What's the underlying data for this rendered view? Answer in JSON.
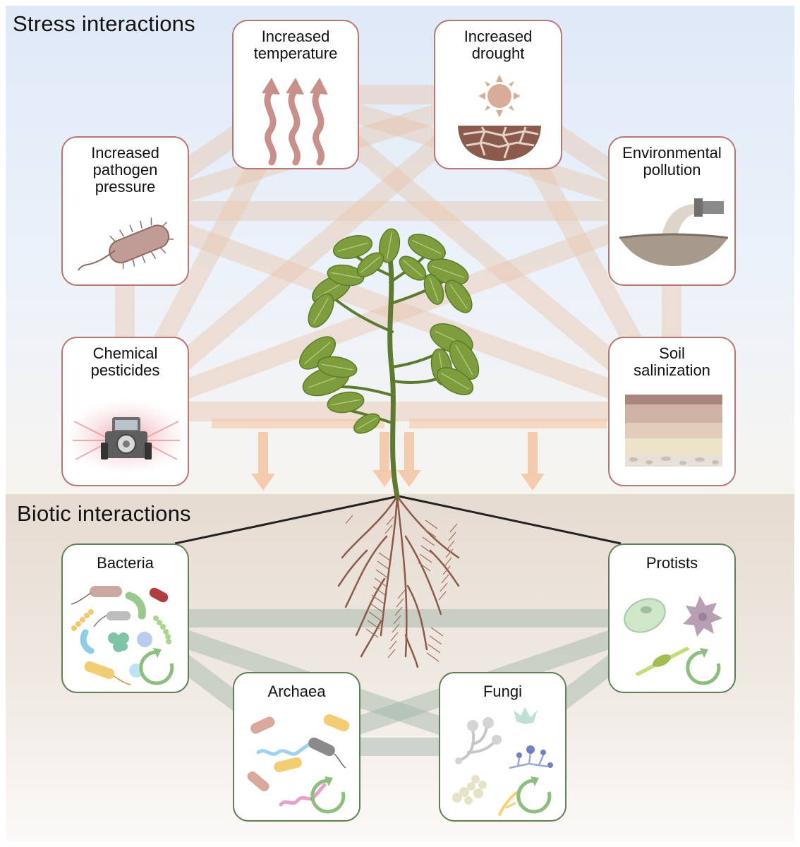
{
  "sections": {
    "stress_title": "Stress interactions",
    "biotic_title": "Biotic interactions"
  },
  "stress_factors": [
    {
      "id": "temperature",
      "label": "Increased\ntemperature",
      "icon": "heat-waves-icon"
    },
    {
      "id": "drought",
      "label": "Increased\ndrought",
      "icon": "sun-cracked-soil-icon"
    },
    {
      "id": "pathogen",
      "label": "Increased\npathogen\npressure",
      "icon": "bacterium-icon"
    },
    {
      "id": "pollution",
      "label": "Environmental\npollution",
      "icon": "pipe-discharge-icon"
    },
    {
      "id": "pesticides",
      "label": "Chemical\npesticides",
      "icon": "tractor-spraying-icon"
    },
    {
      "id": "salinization",
      "label": "Soil\nsalinization",
      "icon": "soil-layers-icon"
    }
  ],
  "biotic_groups": [
    {
      "id": "bacteria",
      "label": "Bacteria",
      "icon": "bacteria-cluster-icon"
    },
    {
      "id": "protists",
      "label": "Protists",
      "icon": "protists-icon"
    },
    {
      "id": "archaea",
      "label": "Archaea",
      "icon": "archaea-icon"
    },
    {
      "id": "fungi",
      "label": "Fungi",
      "icon": "fungi-icon"
    }
  ],
  "colors": {
    "stress_border": "#b87572",
    "biotic_border": "#5f7f55",
    "stress_link": "#e8c3a8",
    "biotic_link": "#9fb4a6",
    "sky_top": "#e2ecf8",
    "soil_band": "#e9ded4"
  }
}
